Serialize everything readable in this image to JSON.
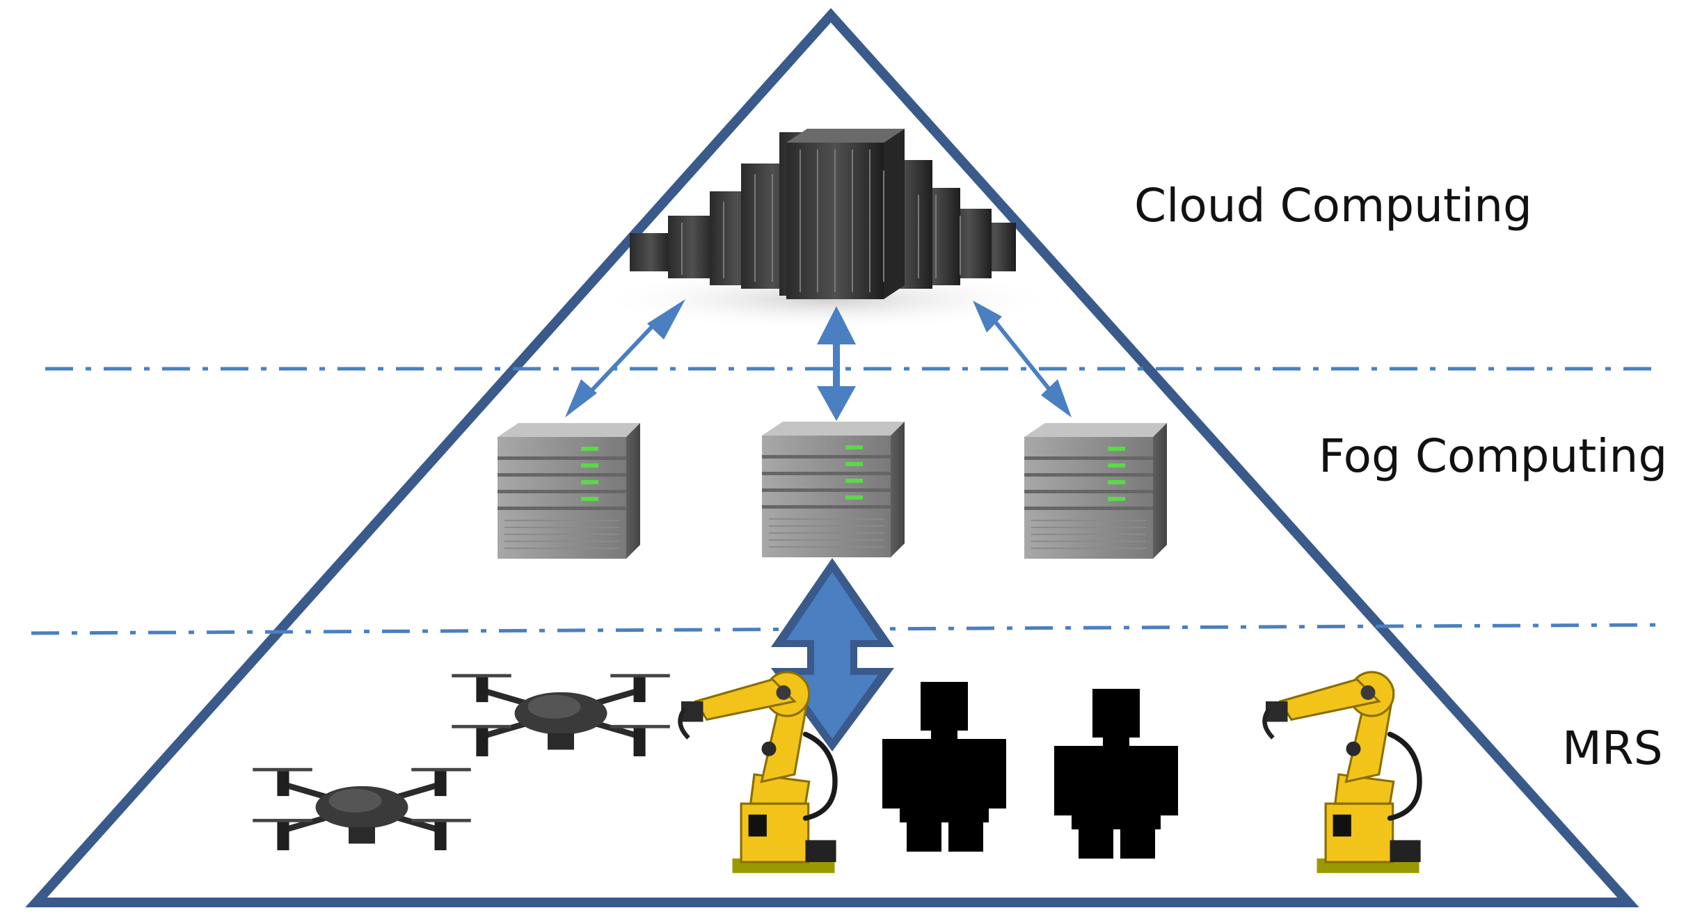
{
  "layers": [
    {
      "id": "cloud",
      "label": "Cloud Computing"
    },
    {
      "id": "fog",
      "label": "Fog Computing"
    },
    {
      "id": "mrs",
      "label": "MRS"
    }
  ],
  "colors": {
    "pyramid_border": "#3a5a8c",
    "dash_line": "#4a7fc1",
    "arrow": "#4a7fc1",
    "arrow_dark": "#3a5a8c",
    "server_body": "#8e8e8e",
    "server_led": "#5cd84a",
    "robot_yellow": "#f2c41a",
    "human_silhouette": "#000000"
  },
  "icons": {
    "cloud": "datacenter-server-racks-icon",
    "fog": "server-tower-icon",
    "drone": "quadcopter-drone-icon",
    "robot": "industrial-robot-arm-icon",
    "human": "human-silhouette-icon"
  }
}
